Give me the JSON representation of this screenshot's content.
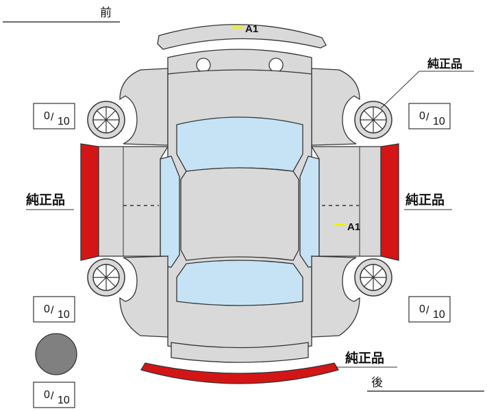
{
  "labels": {
    "front": "前",
    "rear": "後",
    "genuine_right_front": "純正品",
    "genuine_left_side": "純正品",
    "genuine_right_side": "純正品",
    "genuine_rear": "純正品"
  },
  "damage_codes": {
    "roof_front": "A1",
    "right_side": "A1"
  },
  "tire_scores": {
    "front_left": {
      "value": "0",
      "max": "10"
    },
    "front_right": {
      "value": "0",
      "max": "10"
    },
    "rear_left": {
      "value": "0",
      "max": "10"
    },
    "rear_right": {
      "value": "0",
      "max": "10"
    },
    "spare": {
      "value": "0",
      "max": "10"
    }
  },
  "colors": {
    "body": "#d9d9d9",
    "glass": "#c5e3f5",
    "replaced_part": "#d41515",
    "code_marker": "#f2f200",
    "spare_disc": "#808080",
    "outline": "#333333"
  }
}
